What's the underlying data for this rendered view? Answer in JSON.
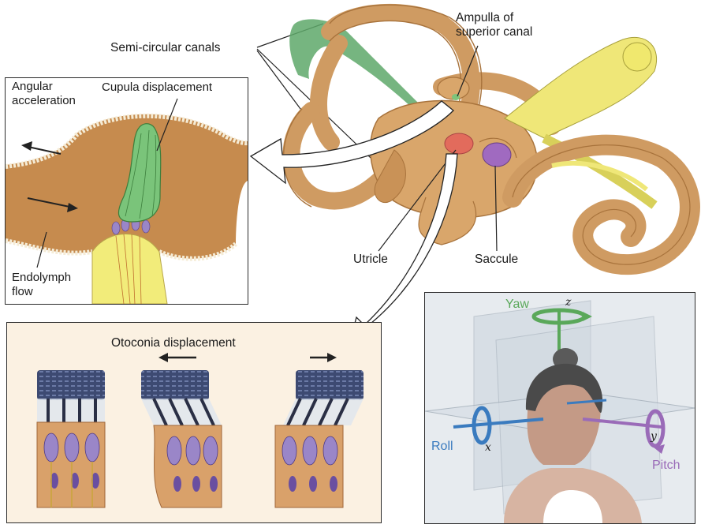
{
  "labels": {
    "semicircular_canals": "Semi-circular canals",
    "ampulla_line1": "Ampulla of",
    "ampulla_line2": "superior canal",
    "utricle": "Utricle",
    "saccule": "Saccule",
    "angular_line1": "Angular",
    "angular_line2": "acceleration",
    "cupula": "Cupula displacement",
    "endolymph_line1": "Endolymph",
    "endolymph_line2": "flow",
    "otoconia": "Otoconia displacement",
    "yaw": "Yaw",
    "roll": "Roll",
    "pitch": "Pitch",
    "axis_x": "x",
    "axis_y": "y",
    "axis_z": "z"
  },
  "colors": {
    "bone": "#d9a66b",
    "bone_dark": "#a8733c",
    "endolymph": "#c9904f",
    "cupula_green": "#6fbf73",
    "nerve_yellow": "#f2ec7a",
    "utricle_red": "#e0605a",
    "saccule_purple": "#9a5bb5",
    "otoconia_blue": "#3d4a72",
    "hair_cell_purple": "#9a86c8",
    "yaw_green": "#5aa85a",
    "roll_blue": "#3a7bbf",
    "pitch_purple": "#9a6bb8",
    "panel_bg_otoconia": "#fbf1e2",
    "panel_bg_head": "#e7ebef"
  },
  "icons": [
    "arrow-left-icon",
    "arrow-right-icon",
    "rotation-arrow-icon"
  ]
}
